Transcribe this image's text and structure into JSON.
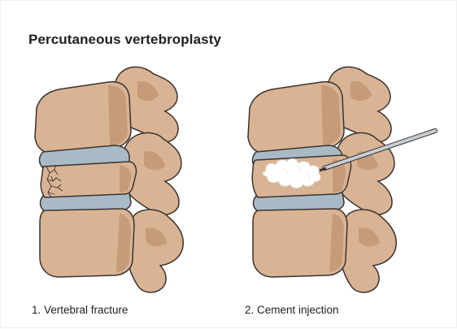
{
  "diagram": {
    "title": "Percutaneous vertebroplasty",
    "panels": [
      {
        "caption": "1. Vertebral fracture"
      },
      {
        "caption": "2. Cement injection"
      }
    ]
  },
  "colors": {
    "bone_fill": "#d8b494",
    "bone_shadow": "#c69b7a",
    "bone_stroke": "#3b3330",
    "disc_fill": "#a9bac7",
    "cement": "#ffffff",
    "needle": "#c6ced6"
  }
}
